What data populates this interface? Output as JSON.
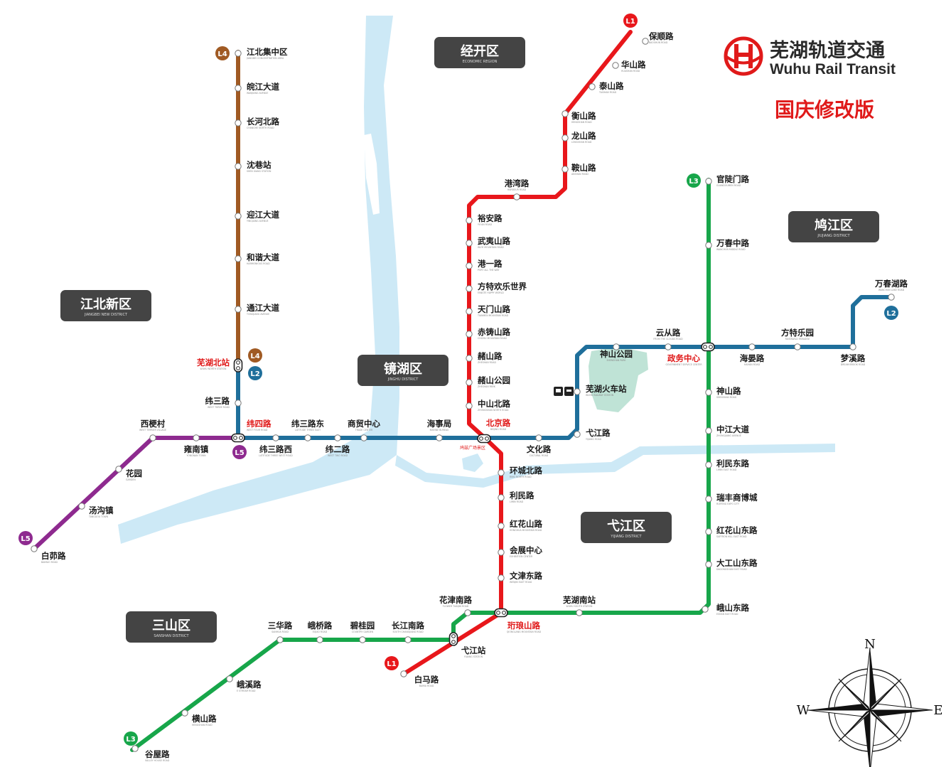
{
  "header": {
    "brand_cn": "芜湖轨道交通",
    "brand_en": "Wuhu Rail Transit",
    "edition": "国庆修改版"
  },
  "colors": {
    "L1": "#e8171b",
    "L2": "#1f6f9b",
    "L3": "#17a64a",
    "L4": "#a05a23",
    "L5": "#8e2a8f",
    "river": "#cde9f6",
    "district_badge": "#444444"
  },
  "districts": [
    {
      "name": "经开区",
      "sub": "ECONOMIC REGION"
    },
    {
      "name": "鸠江区",
      "sub": "JIUJIANG DISTRICT"
    },
    {
      "name": "江北新区",
      "sub": "JIANGBEI NEW DISTRICT"
    },
    {
      "name": "镜湖区",
      "sub": "JINGHU DISTRICT"
    },
    {
      "name": "弋江区",
      "sub": "YIJIANG DISTRICT"
    },
    {
      "name": "三山区",
      "sub": "SANSHAN DISTRICT"
    }
  ],
  "line_badges": [
    "L1",
    "L1",
    "L2",
    "L2",
    "L3",
    "L3",
    "L4",
    "L4",
    "L5",
    "L5"
  ],
  "stations": {
    "baoshunlu": {
      "name": "保顺路",
      "sub": "BAOSHUN ROAD"
    },
    "huashanlu": {
      "name": "华山路",
      "sub": "HUASHAN ROAD"
    },
    "taishanlu": {
      "name": "泰山路",
      "sub": "TAISHAN ROAD"
    },
    "hengshanlu": {
      "name": "衡山路",
      "sub": "HENGSHAN ROAD"
    },
    "longshanlu": {
      "name": "龙山路",
      "sub": "LONGSHAN ROAD"
    },
    "anshanlu": {
      "name": "鞍山路",
      "sub": "ANSHAN ROAD"
    },
    "gangwanlu": {
      "name": "港湾路",
      "sub": "HARBOUR ROAD"
    },
    "yuanlu": {
      "name": "裕安路",
      "sub": "YU'AN ROAD"
    },
    "wuyishanlu": {
      "name": "武夷山路",
      "sub": "WUYI MOUNTAIN ROAD"
    },
    "gangyilu": {
      "name": "港一路",
      "sub": "PORT ALL THE WAY"
    },
    "fangte": {
      "name": "方特欢乐世界",
      "sub": "FANGTE HAPPY WORLD"
    },
    "tianmenshanlu": {
      "name": "天门山路",
      "sub": "TIANMEN MOUNTAIN ROAD"
    },
    "chizhushanlu": {
      "name": "赤铸山路",
      "sub": "CHIZHU MOUNTAIN ROAD"
    },
    "zheshanlu": {
      "name": "赭山路",
      "sub": "ZHESHAN ROAD"
    },
    "zheshangongyuan": {
      "name": "赭山公园",
      "sub": "ZHESHAN PARK"
    },
    "zhongshanbeilu": {
      "name": "中山北路",
      "sub": "ZHONGSHAN NORTH ROAD"
    },
    "beijinglu": {
      "name": "北京路",
      "sub": "BEIJING ROAD"
    },
    "huanchengbeilu": {
      "name": "环城北路",
      "sub": "RING NORTH ROAD"
    },
    "liminlu": {
      "name": "利民路",
      "sub": "LIMIN ROAD"
    },
    "honghuashanlu": {
      "name": "红花山路",
      "sub": "HONGHUA MOUNTAIN ROAD"
    },
    "huizhanzhongxin": {
      "name": "会展中心",
      "sub": "EXHIBITION CENTER"
    },
    "wenjindonglu": {
      "name": "文津东路",
      "sub": "WENJIN EAST ROAD"
    },
    "qionglangshanlu": {
      "name": "珩琅山路",
      "sub": "QIONGLANG MOUNTAIN ROAD"
    },
    "yijiangzhan": {
      "name": "弋江站",
      "sub": "YIJIANG STATION"
    },
    "baimalu": {
      "name": "白马路",
      "sub": "BAIMA ROAD"
    },
    "jiangbeijizhongqu": {
      "name": "江北集中区",
      "sub": "JIANGBEI CONCENTRATION AREA"
    },
    "wanjiangdadao": {
      "name": "皖江大道",
      "sub": "WANJIANG AVENUE"
    },
    "changhebeilu": {
      "name": "长河北路",
      "sub": "CHANGHE NORTH ROAD"
    },
    "shenxiangzhan": {
      "name": "沈巷站",
      "sub": "SHEN XIANG STATION"
    },
    "yingjiangdadao": {
      "name": "迎江大道",
      "sub": "YINGJIANG AVENUE"
    },
    "hexiedadao": {
      "name": "和谐大道",
      "sub": "HARMONIOUS ROAD"
    },
    "tongjiangdadao": {
      "name": "通江大道",
      "sub": "TONGJIANG AVENUE"
    },
    "wuhubeizhan": {
      "name": "芜湖北站",
      "sub": "WUHU NORTH STATION"
    },
    "weisanlu": {
      "name": "纬三路",
      "sub": "WEST THREE ROAD"
    },
    "weisilu": {
      "name": "纬四路",
      "sub": "WEST FOUR ROAD"
    },
    "weisanluxi": {
      "name": "纬三路西",
      "sub": "LATITUDE THREE WEST ROAD"
    },
    "weisanludong": {
      "name": "纬三路东",
      "sub": "LATITUDE THREE EAST"
    },
    "weierlu": {
      "name": "纬二路",
      "sub": "WEST TWO ROAD"
    },
    "shangmaozhongxin": {
      "name": "商贸中心",
      "sub": "TRADE CENTER"
    },
    "haishiju": {
      "name": "海事局",
      "sub": "MARINE BUREAU"
    },
    "wenhualu": {
      "name": "文化路",
      "sub": "CULTURAL ROAD"
    },
    "yijianglu": {
      "name": "弋江路",
      "sub": "YIJIANG ROAD"
    },
    "wuhuhuochezhan": {
      "name": "芜湖火车站",
      "sub": "WUHU RAILWAY STATION"
    },
    "shenshangongyuan": {
      "name": "神山公园",
      "sub": "SHENSHAN PARK"
    },
    "yuncongly": {
      "name": "云从路",
      "sub": "FROM THE CLOUDS ROAD"
    },
    "zhengwuzhongxin": {
      "name": "政务中心",
      "sub": "GOVERNMENT SERVICE CENTER"
    },
    "haiyanlu": {
      "name": "海晏路",
      "sub": "HAIYAN ROAD"
    },
    "fangteleyuan": {
      "name": "方特乐园",
      "sub": "FANTAWILD PARADISE"
    },
    "mengxilu": {
      "name": "梦溪路",
      "sub": "DREAM BROOK ROAD"
    },
    "wanchunhulu": {
      "name": "万春湖路",
      "sub": "WANCHUN LAKE ROAD"
    },
    "guanlingmenlu": {
      "name": "官陡门路",
      "sub": "GUANDOUMEN ROAD"
    },
    "wanchunzhonglu": {
      "name": "万春中路",
      "sub": "WANCHUN MIDDLE ROAD"
    },
    "shenshanlu": {
      "name": "神山路",
      "sub": "SHENSHAN ROAD"
    },
    "zhongjiangdadao": {
      "name": "中江大道",
      "sub": "ZHONGJIANG AVENUE"
    },
    "limindonglu": {
      "name": "利民东路",
      "sub": "LIMIN EAST ROAD"
    },
    "ruifeng": {
      "name": "瑞丰商博城",
      "sub": "RUIFENG EXPO CITY"
    },
    "honghuashandonglu": {
      "name": "红花山东路",
      "sub": "SAFFRON HILL EAST ROAD"
    },
    "dagongshandonglu": {
      "name": "大工山东路",
      "sub": "DAGONGSHAN EAST ROAD"
    },
    "eshandonglu": {
      "name": "峨山东路",
      "sub": "ESHAN EAST ROAD"
    },
    "wuhunanzhan": {
      "name": "芜湖南站",
      "sub": "WUHU SOUTH STATION"
    },
    "huajinnanlu": {
      "name": "花津南路",
      "sub": "FLOWER TIANJIN ROAD"
    },
    "changjiangnanlu": {
      "name": "长江南路",
      "sub": "SOUTH CHANGJIANG ROAD"
    },
    "biguiyuan": {
      "name": "碧桂园",
      "sub": "COUNTRY GARDEN"
    },
    "eqiaolu": {
      "name": "峨桥路",
      "sub": "EQIAO ROAD"
    },
    "sanhualu": {
      "name": "三华路",
      "sub": "SANHUA ROAD"
    },
    "exilu": {
      "name": "峨溪路",
      "sub": "E STREAM ROAD"
    },
    "hengshanlu2": {
      "name": "横山路",
      "sub": "HENGSHAN ROAD"
    },
    "guwulu": {
      "name": "谷屋路",
      "sub": "VALLEY HOUSE ROAD"
    },
    "xigengcun": {
      "name": "西梗村",
      "sub": "WEST TERRIER VILLAGE"
    },
    "yongnanzhen": {
      "name": "雍南镇",
      "sub": "YONGNAN TOWN"
    },
    "huayuan": {
      "name": "花园",
      "sub": "GARDEN"
    },
    "tanggouzhen": {
      "name": "汤沟镇",
      "sub": "TANGGOU TOWN"
    },
    "baibolu": {
      "name": "白茆路",
      "sub": "BAIMAO ROAD"
    }
  },
  "landmark": "鸠兹广场景区",
  "compass": {
    "n": "N",
    "e": "E",
    "w": "W"
  }
}
